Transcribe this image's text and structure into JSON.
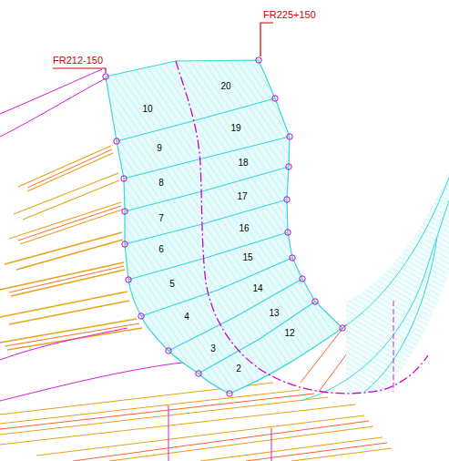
{
  "diagram": {
    "labels": [
      "FR225+150",
      "FR212-150",
      "20",
      "10",
      "19",
      "9",
      "18",
      "8",
      "17",
      "7",
      "16",
      "6",
      "15",
      "5",
      "14",
      "4",
      "13",
      "3",
      "12",
      "2"
    ]
  }
}
